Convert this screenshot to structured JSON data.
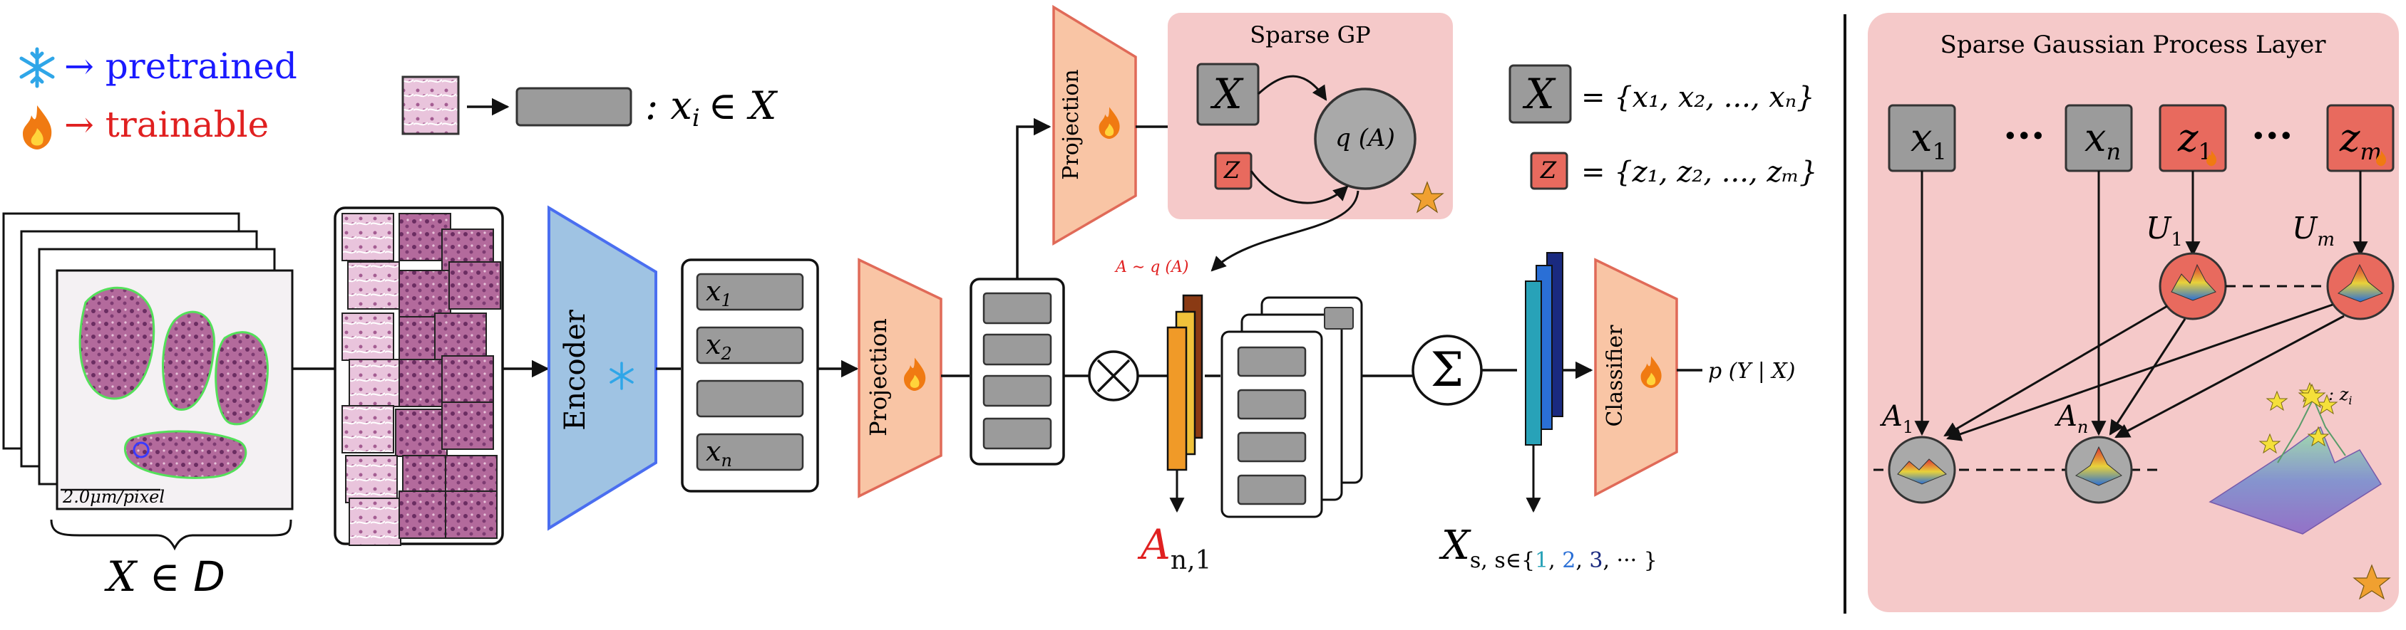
{
  "legend": {
    "frozen_label": "→ pretrained",
    "trainable_label": "→ trainable",
    "patch_rel": ": x",
    "patch_rel_sub": "i",
    "patch_rel_tail": "∈ X",
    "frozen_icon": "snowflake-icon",
    "trainable_icon": "flame-icon"
  },
  "slides": {
    "scale_label": "2.0μm/pixel",
    "caption_main": "X ∈ ",
    "caption_set": "D"
  },
  "encoder": {
    "label": "Encoder"
  },
  "embeddings": {
    "items": [
      {
        "base": "x",
        "sub": "1"
      },
      {
        "base": "x",
        "sub": "2"
      },
      {
        "base": "",
        "sub": ""
      },
      {
        "base": "x",
        "sub": "n"
      }
    ]
  },
  "projection": {
    "label": "Projection"
  },
  "top_projection": {
    "label": "Projection"
  },
  "sparse_gp": {
    "title": "Sparse GP",
    "x_label": "X",
    "z_label": "Z",
    "q_label": "q (A)"
  },
  "attention_sample": {
    "label": "A ∼ q (A)"
  },
  "multiply": {
    "symbol": "⊗"
  },
  "attention_output": {
    "base": "A",
    "sub": "n,1"
  },
  "sum": {
    "symbol": "Σ"
  },
  "slide_repr": {
    "base": "X",
    "sub": "s, s∈{",
    "nums": [
      "1",
      "2",
      "3"
    ],
    "tail": ", ··· }"
  },
  "classifier": {
    "label": "Classifier"
  },
  "output": {
    "label": "p (Y | X)"
  },
  "definitions": {
    "x_box": "X",
    "x_set": "= {x₁, x₂, ..., xₙ}",
    "z_box": "Z",
    "z_set": "= {z₁, z₂, ..., zₘ}"
  },
  "sgp_layer": {
    "title": "Sparse Gaussian Process Layer",
    "inputs": [
      {
        "base": "x",
        "sub": "1"
      },
      {
        "base": "x",
        "sub": "n"
      }
    ],
    "inducing": [
      {
        "base": "z",
        "sub": "1"
      },
      {
        "base": "z",
        "sub": "m"
      }
    ],
    "dots": "···",
    "u_labels": [
      {
        "base": "U",
        "sub": "1"
      },
      {
        "base": "U",
        "sub": "m"
      }
    ],
    "a_labels": [
      {
        "base": "A",
        "sub": "1"
      },
      {
        "base": "A",
        "sub": "n"
      }
    ],
    "inducing_marker": ": z",
    "inducing_marker_sub": "i"
  },
  "colors": {
    "gp_panel": "#f5c9c9",
    "projection": "#f9c5a5",
    "encoder": "#9fc3e3",
    "red_box": "#e86a5e",
    "blue_text": "#1a1aff",
    "red_text": "#e02020"
  }
}
